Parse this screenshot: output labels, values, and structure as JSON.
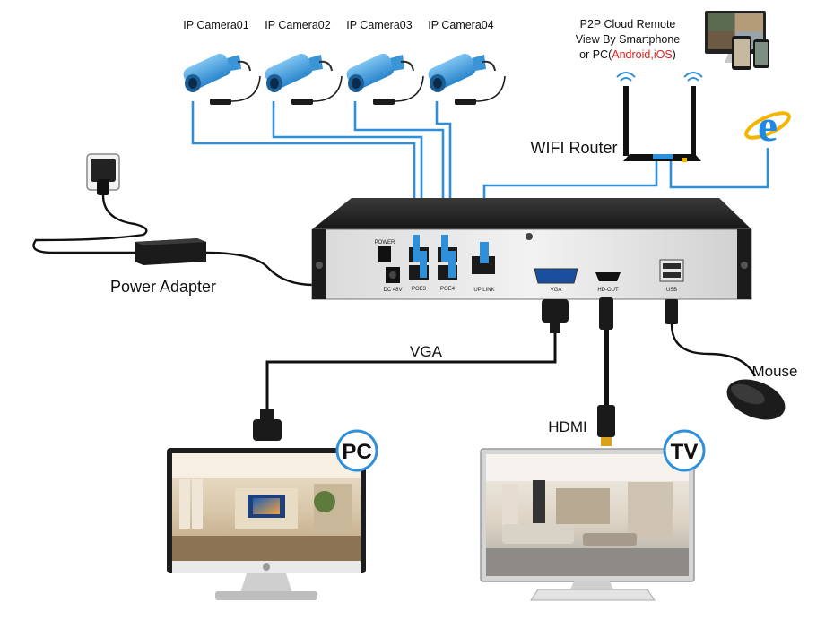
{
  "cameras": [
    {
      "label": "IP Camera01"
    },
    {
      "label": "IP Camera02"
    },
    {
      "label": "IP Camera03"
    },
    {
      "label": "IP Camera04"
    }
  ],
  "cloud": {
    "line1": "P2P Cloud Remote",
    "line2": "View By Smartphone",
    "line3_prefix": "or PC(",
    "line3_highlight": "Android,iOS",
    "line3_suffix": ")"
  },
  "router": {
    "label": "WIFI Router"
  },
  "power": {
    "label": "Power Adapter"
  },
  "nvr": {
    "power_switch": "POWER",
    "dc_port": "DC 48V",
    "poe3": "POE3",
    "poe4": "POE4",
    "uplink": "UP LINK",
    "vga_port": "VGA",
    "hdmi_port": "HD-OUT",
    "usb_port": "USB"
  },
  "cables": {
    "vga": "VGA",
    "hdmi": "HDMI"
  },
  "mouse": {
    "label": "Mouse"
  },
  "displays": {
    "pc": "PC",
    "tv": "TV"
  },
  "colors": {
    "ethernet": "#2f8fd8",
    "highlight": "#e0221b",
    "ie_blue": "#1e88e5",
    "ie_ring": "#f5b400"
  }
}
